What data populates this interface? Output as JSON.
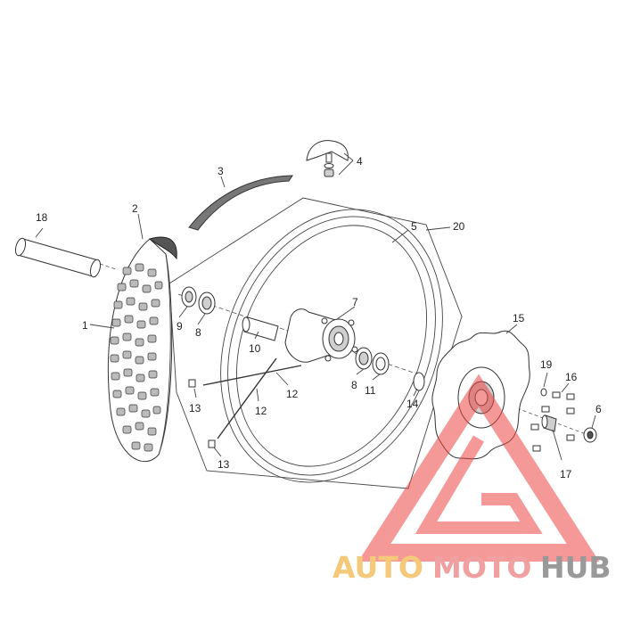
{
  "callouts": [
    {
      "id": "c1",
      "text": "1"
    },
    {
      "id": "c2",
      "text": "2"
    },
    {
      "id": "c3",
      "text": "3"
    },
    {
      "id": "c4",
      "text": "4"
    },
    {
      "id": "c5",
      "text": "5"
    },
    {
      "id": "c6",
      "text": "6"
    },
    {
      "id": "c7",
      "text": "7"
    },
    {
      "id": "c8a",
      "text": "8"
    },
    {
      "id": "c8b",
      "text": "8"
    },
    {
      "id": "c9",
      "text": "9"
    },
    {
      "id": "c10",
      "text": "10"
    },
    {
      "id": "c11",
      "text": "11"
    },
    {
      "id": "c12a",
      "text": "12"
    },
    {
      "id": "c12b",
      "text": "12"
    },
    {
      "id": "c13a",
      "text": "13"
    },
    {
      "id": "c13b",
      "text": "13"
    },
    {
      "id": "c14",
      "text": "14"
    },
    {
      "id": "c15",
      "text": "15"
    },
    {
      "id": "c16",
      "text": "16"
    },
    {
      "id": "c17",
      "text": "17"
    },
    {
      "id": "c18",
      "text": "18"
    },
    {
      "id": "c19",
      "text": "19"
    },
    {
      "id": "c20",
      "text": "20"
    }
  ],
  "watermark": {
    "part1": "AUTO",
    "part2": "MOTO",
    "part3": "HUB",
    "color1": "#f5c97a",
    "color2": "#f0a0a0",
    "color3": "#999999",
    "logo_color": "#ee4444"
  }
}
